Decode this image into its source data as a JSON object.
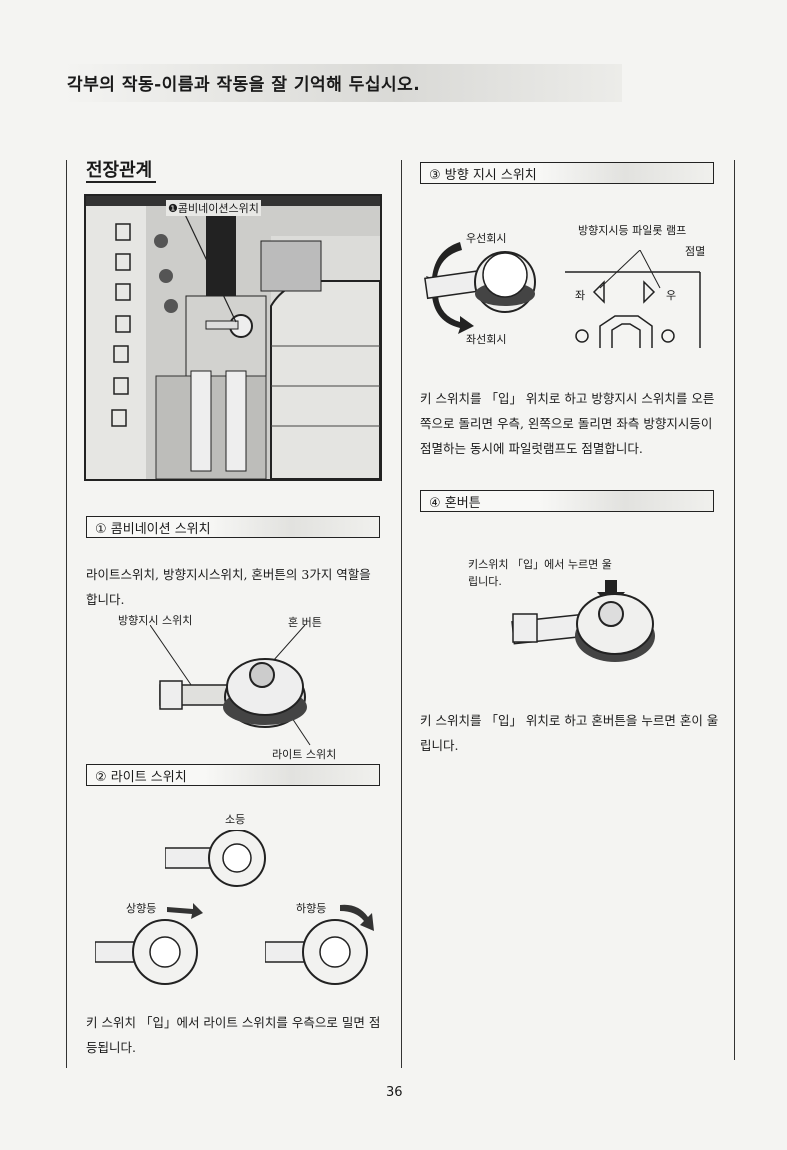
{
  "banner": "각부의 작동-이름과 작동을 잘 기억해 두십시오.",
  "section_title": "전장관계",
  "photo_label": "❶콤비네이션스위치",
  "left": {
    "s1_head": "① 콤비네이션 스위치",
    "s1_text": "라이트스위치, 방향지시스위치, 혼버튼의 3가지 역할을 합니다.",
    "s1_labels": {
      "turn": "방향지시 스위치",
      "horn": "혼 버튼",
      "light": "라이트 스위치"
    },
    "s2_head": "② 라이트 스위치",
    "s2_labels": {
      "small": "소등",
      "high": "상향등",
      "low": "하향등"
    },
    "s2_text": "키 스위치 「입」에서 라이트 스위치를 우측으로 밀면 점등됩니다."
  },
  "right": {
    "s3_head": "③ 방향 지시 스위치",
    "s3_labels": {
      "right_turn": "우선회시",
      "left_turn": "좌선회시",
      "pilot": "방향지시등 파일롯 램프",
      "blink": "점멸",
      "l": "좌",
      "r": "우"
    },
    "s3_text": "키 스위치를 「입」 위치로 하고 방향지시 스위치를 오른쪽으로 돌리면 우측, 왼쪽으로 돌리면 좌측 방향지시등이 점멸하는 동시에 파일럿램프도 점멸합니다.",
    "s4_head": "④ 혼버튼",
    "s4_caption": "키스위치 「입」에서 누르면 울립니다.",
    "s4_text": "키 스위치를 「입」 위치로 하고 혼버튼을 누르면 혼이 울립니다."
  },
  "page_number": "36"
}
